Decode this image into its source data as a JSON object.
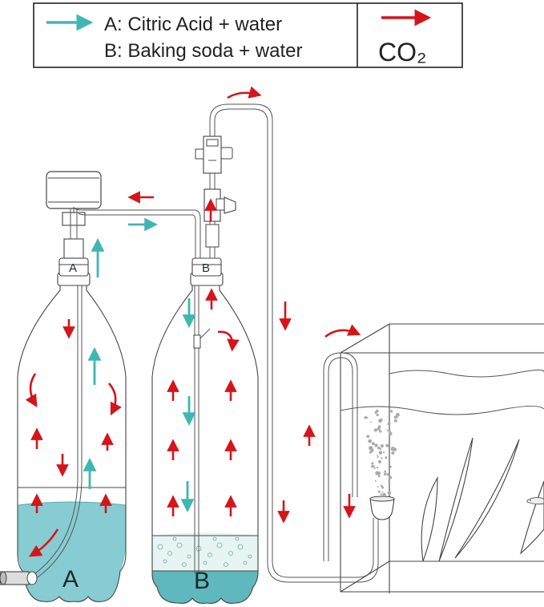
{
  "legend": {
    "line_a": "A: Citric Acid + water",
    "line_b": "B: Baking soda + water",
    "co2_label": "CO₂",
    "liquid_flow_color": "#3fb6b2",
    "co2_flow_color": "#d6141b"
  },
  "bottles": {
    "a_big_label": "A",
    "a_cap_label": "A",
    "b_big_label": "B",
    "b_cap_label": "B",
    "a_liquid_color": "#86ccd2",
    "b_liquid_color": "#5fb8bd"
  },
  "icons": {
    "gauge": "pressure-gauge-icon",
    "needle_valve": "needle-valve-icon",
    "diffuser": "diffuser-icon",
    "fish": "fish-icon"
  }
}
